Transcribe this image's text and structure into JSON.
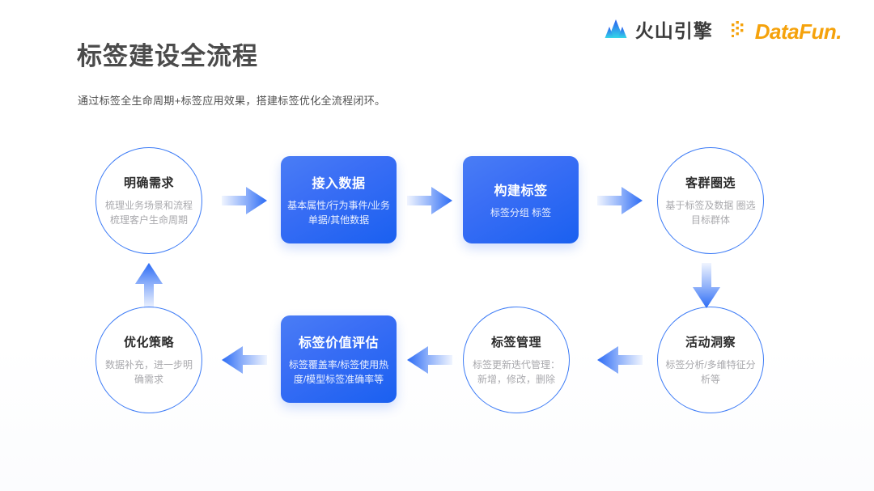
{
  "header": {
    "logos": [
      {
        "icon": "volcano-mountain-icon",
        "name": "火山引擎"
      },
      {
        "icon": "datafun-dots-icon",
        "name": "DataFun."
      }
    ]
  },
  "title": "标签建设全流程",
  "subtitle": "通过标签全生命周期+标签应用效果，搭建标签优化全流程闭环。",
  "colors": {
    "accent_blue": "#2b6bf5",
    "box_gradient_start": "#4a7df5",
    "box_gradient_end": "#1a60f0",
    "circle_stroke": "#3c7bf6",
    "title_gray": "#4b4b4b",
    "desc_gray": "#a9a9ad",
    "datafun_orange": "#f5a20b"
  },
  "flow": {
    "nodes": [
      {
        "id": "node-0",
        "shape": "circle",
        "title": "明确需求",
        "desc": "梳理业务场景和流程 梳理客户生命周期"
      },
      {
        "id": "node-1",
        "shape": "box",
        "title": "接入数据",
        "desc": "基本属性/行为事件/业务单据/其他数据"
      },
      {
        "id": "node-2",
        "shape": "box",
        "title": "构建标签",
        "desc": "标签分组 标签"
      },
      {
        "id": "node-3",
        "shape": "circle",
        "title": "客群圈选",
        "desc": "基于标签及数据 圈选目标群体"
      },
      {
        "id": "node-4",
        "shape": "circle",
        "title": "活动洞察",
        "desc": "标签分析/多维特征分析等"
      },
      {
        "id": "node-5",
        "shape": "circle",
        "title": "标签管理",
        "desc": "标签更新迭代管理：新增，修改，删除"
      },
      {
        "id": "node-6",
        "shape": "box",
        "title": "标签价值评估",
        "desc": "标签覆盖率/标签使用热度/模型标签准确率等"
      },
      {
        "id": "node-7",
        "shape": "circle",
        "title": "优化策略",
        "desc": "数据补充，进一步明确需求"
      }
    ],
    "arrows": [
      {
        "id": "arrow-0",
        "direction": "right",
        "from": "明确需求",
        "to": "接入数据"
      },
      {
        "id": "arrow-1",
        "direction": "right",
        "from": "接入数据",
        "to": "构建标签"
      },
      {
        "id": "arrow-2",
        "direction": "right",
        "from": "构建标签",
        "to": "客群圈选"
      },
      {
        "id": "arrow-3",
        "direction": "down",
        "from": "客群圈选",
        "to": "活动洞察"
      },
      {
        "id": "arrow-4",
        "direction": "left",
        "from": "活动洞察",
        "to": "标签管理"
      },
      {
        "id": "arrow-5",
        "direction": "left",
        "from": "标签管理",
        "to": "标签价值评估"
      },
      {
        "id": "arrow-6",
        "direction": "left",
        "from": "标签价值评估",
        "to": "优化策略"
      },
      {
        "id": "arrow-7",
        "direction": "up",
        "from": "优化策略",
        "to": "明确需求"
      }
    ]
  }
}
